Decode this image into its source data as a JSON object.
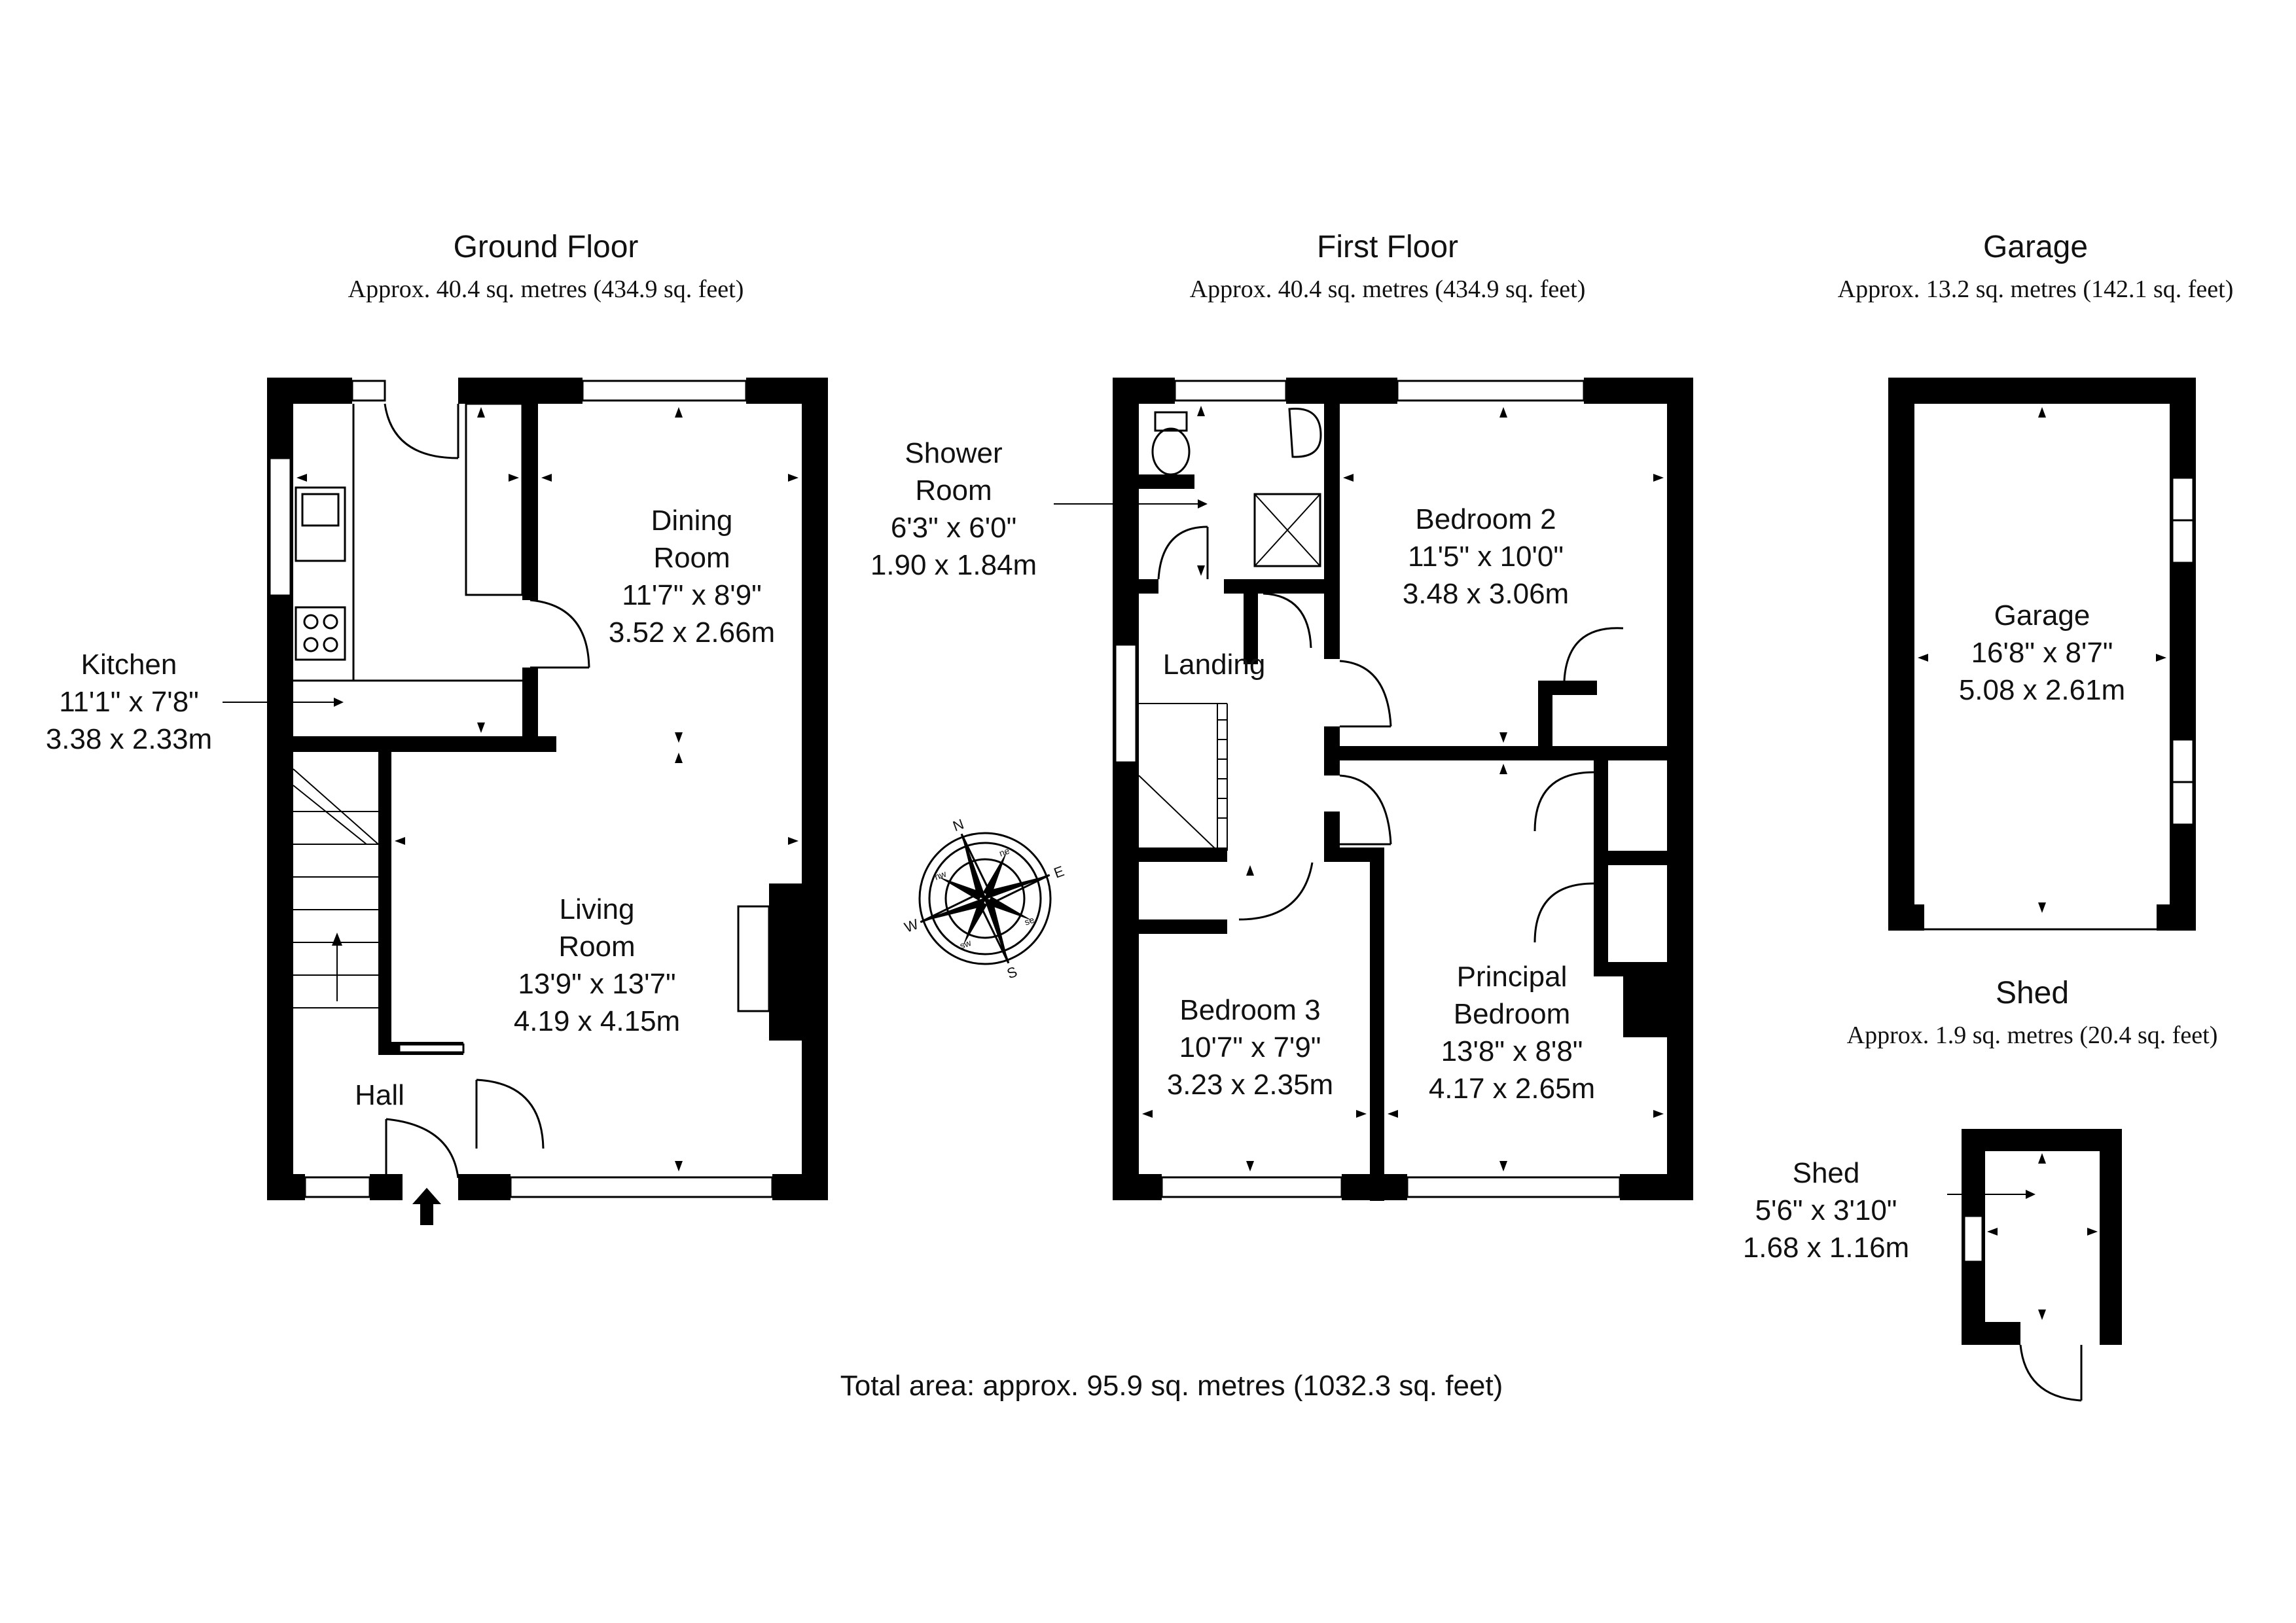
{
  "floors": [
    {
      "id": "ground",
      "title": "Ground Floor",
      "area": "Approx. 40.4 sq. metres (434.9 sq. feet)"
    },
    {
      "id": "first",
      "title": "First Floor",
      "area": "Approx. 40.4 sq. metres (434.9 sq. feet)"
    },
    {
      "id": "garage",
      "title": "Garage",
      "area": "Approx. 13.2 sq. metres (142.1 sq. feet)"
    },
    {
      "id": "shed",
      "title": "Shed",
      "area": "Approx. 1.9 sq. metres (20.4 sq. feet)"
    }
  ],
  "rooms": {
    "kitchen": [
      "Kitchen",
      "11'1\" x 7'8\"",
      "3.38 x 2.33m"
    ],
    "dining": [
      "Dining",
      "Room",
      "11'7\" x 8'9\"",
      "3.52 x 2.66m"
    ],
    "living": [
      "Living",
      "Room",
      "13'9\" x 13'7\"",
      "4.19 x 4.15m"
    ],
    "hall": [
      "Hall"
    ],
    "shower": [
      "Shower",
      "Room",
      "6'3\" x 6'0\"",
      "1.90 x 1.84m"
    ],
    "landing": [
      "Landing"
    ],
    "bedroom2": [
      "Bedroom 2",
      "11'5\" x 10'0\"",
      "3.48 x 3.06m"
    ],
    "bedroom3": [
      "Bedroom 3",
      "10'7\" x 7'9\"",
      "3.23 x 2.35m"
    ],
    "principal": [
      "Principal",
      "Bedroom",
      "13'8\" x 8'8\"",
      "4.17 x 2.65m"
    ],
    "garage": [
      "Garage",
      "16'8\" x 8'7\"",
      "5.08 x 2.61m"
    ],
    "shed": [
      "Shed",
      "5'6\" x 3'10\"",
      "1.68 x 1.16m"
    ]
  },
  "compass": {
    "N": "N",
    "E": "E",
    "S": "S",
    "W": "W",
    "ne": "ne",
    "se": "se",
    "sw": "sw",
    "nw": "nw"
  },
  "total_area": "Total area: approx. 95.9 sq. metres (1032.3 sq. feet)"
}
